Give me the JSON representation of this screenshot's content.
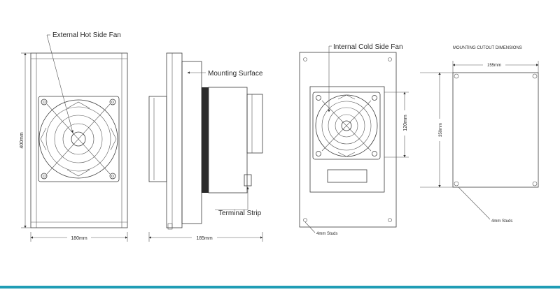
{
  "labels": {
    "external_fan": "External Hot Side Fan",
    "mounting_surface": "Mounting Surface",
    "terminal_strip": "Terminal Strip",
    "internal_fan": "Internal Cold Side Fan",
    "cutout_title": "MOUNTING CUTOUT DIMENSIONS",
    "studs_left": "4mm Studs",
    "studs_right": "4mm Studs"
  },
  "dimensions": {
    "front_height": "400mm",
    "front_width": "180mm",
    "side_depth": "185mm",
    "inner_fan_height": "120mm",
    "cutout_width": "155mm",
    "cutout_height": "350mm"
  },
  "colors": {
    "line": "#3a3a3a",
    "accent_bar": "#1f9db5",
    "heatsink": "#2a2a2a"
  }
}
